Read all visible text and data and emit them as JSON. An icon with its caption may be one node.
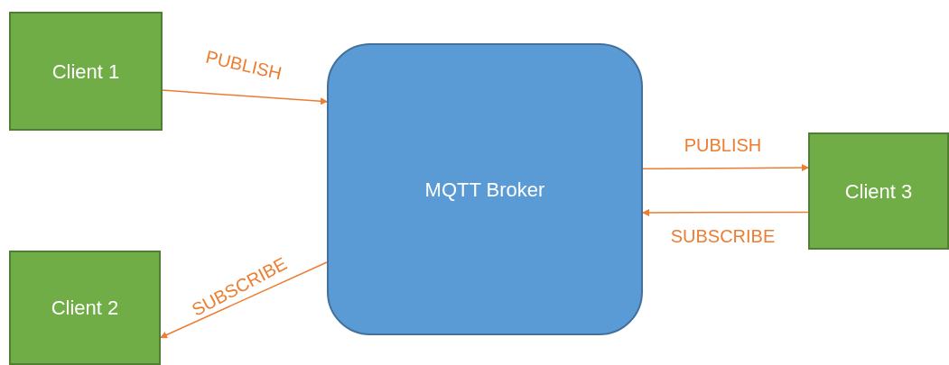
{
  "diagram": {
    "nodes": [
      {
        "text": [
          "Client 1"
        ]
      },
      {
        "text": [
          "Client 2"
        ]
      },
      {
        "text": [
          "MQTT Broker"
        ]
      },
      {
        "text": [
          "Client 3"
        ]
      }
    ],
    "edges": [
      {
        "from": 0,
        "to": 2,
        "arrow": "to",
        "label": "PUBLISH"
      },
      {
        "from": 2,
        "to": 1,
        "arrow": "to",
        "label": "SUBSCRIBE"
      },
      {
        "from": 2,
        "to": 3,
        "arrow": "to",
        "label": "PUBLISH"
      },
      {
        "from": 3,
        "to": 2,
        "arrow": "to",
        "label": "SUBSCRIBE"
      }
    ]
  }
}
